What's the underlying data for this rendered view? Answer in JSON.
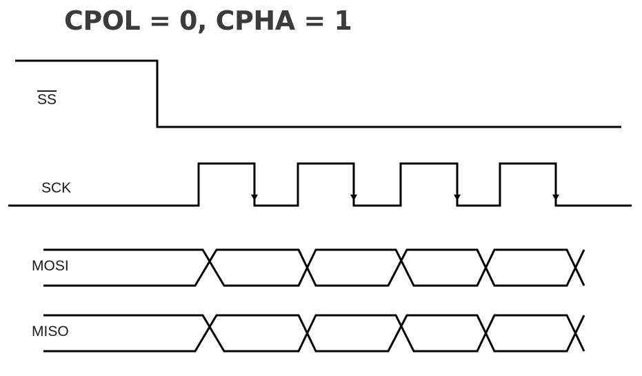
{
  "title": "CPOL = 0, CPHA = 1",
  "signals": {
    "ss": "SS",
    "sck": "SCK",
    "mosi": "MOSI",
    "miso": "MISO"
  },
  "colors": {
    "line": "#000000",
    "title": "#3b3b3b"
  }
}
